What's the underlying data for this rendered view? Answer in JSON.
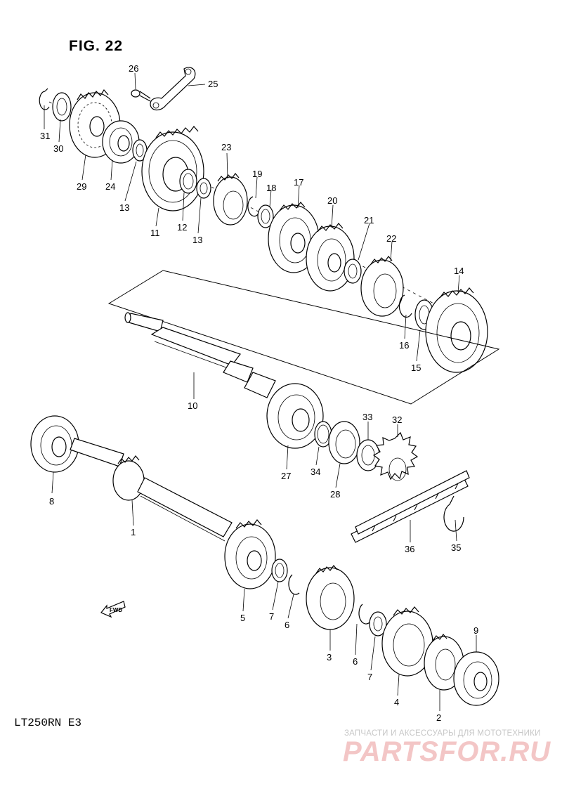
{
  "figure_title": "FIG. 22",
  "model_code": "LT250RN  E3",
  "direction_label": "FWD",
  "watermark": {
    "tagline": "ЗАПЧАСТИ И АКСЕССУАРЫ ДЛЯ МОТОТЕХНИКИ",
    "brand": "PARTSFOR.RU"
  },
  "callouts": [
    "1",
    "2",
    "3",
    "4",
    "5",
    "6",
    "6",
    "7",
    "7",
    "8",
    "9",
    "10",
    "11",
    "12",
    "13",
    "13",
    "14",
    "15",
    "16",
    "17",
    "18",
    "19",
    "20",
    "21",
    "22",
    "23",
    "24",
    "25",
    "26",
    "27",
    "28",
    "29",
    "30",
    "31",
    "32",
    "33",
    "34",
    "35",
    "36"
  ]
}
